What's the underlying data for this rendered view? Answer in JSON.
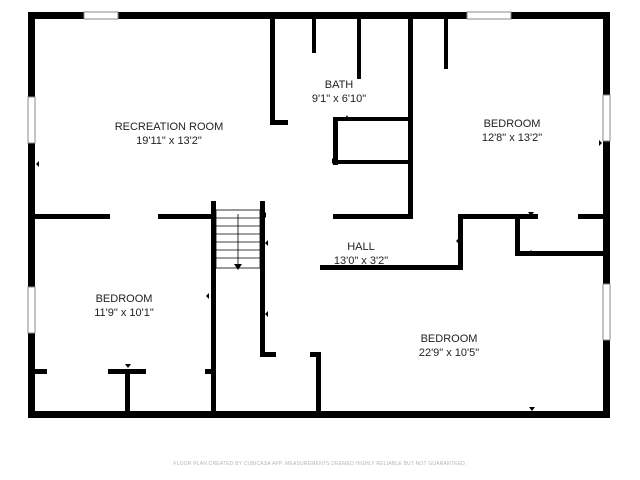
{
  "rooms": {
    "recreation": {
      "name": "RECREATION ROOM",
      "size": "19'11\" x 13'2\""
    },
    "bath": {
      "name": "BATH",
      "size": "9'1\" x 6'10\""
    },
    "bedroom_ne": {
      "name": "BEDROOM",
      "size": "12'8\" x 13'2\""
    },
    "bedroom_sw": {
      "name": "BEDROOM",
      "size": "11'9\" x 10'1\""
    },
    "hall": {
      "name": "HALL",
      "size": "13'0\" x 3'2\""
    },
    "bedroom_se": {
      "name": "BEDROOM",
      "size": "22'9\" x 10'5\""
    }
  },
  "footer": "FLOOR PLAN CREATED BY CUBICASA APP. MEASUREMENTS DEEMED HIGHLY RELIABLE BUT NOT GUARANTEED.",
  "colors": {
    "wall": "#000000",
    "window": "#ffffff",
    "window_frame": "#8a8a8a",
    "text": "#222222",
    "footer": "#b4b4b4"
  }
}
